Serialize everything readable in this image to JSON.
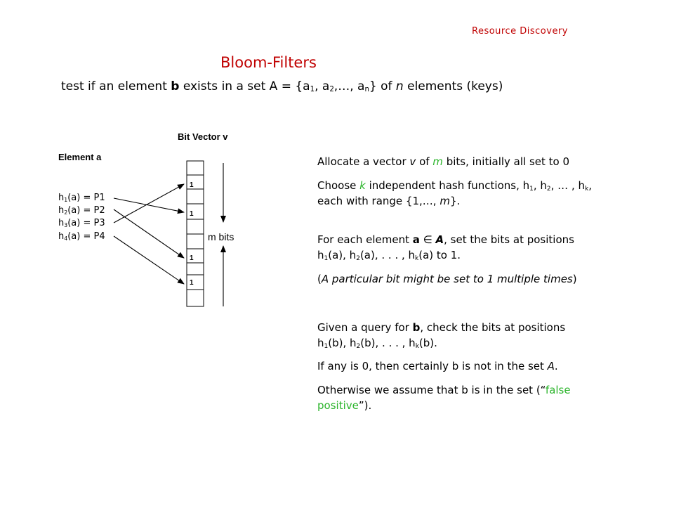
{
  "header": {
    "label": "Resource Discovery"
  },
  "title": "Bloom-Filters",
  "subtitle": {
    "prefix": "test if an element ",
    "b": "b",
    "mid": " exists in a set A = {a",
    "s1": "1",
    "t1": ", a",
    "s2": "2",
    "t2": ",…, a",
    "sn": "n",
    "t3": "} of ",
    "n": "n",
    "suffix": " elements (keys)"
  },
  "diagram": {
    "vector_title": "Bit Vector v",
    "element_title": "Element a",
    "hashes": [
      {
        "h": "h",
        "sub": "1",
        "rest": "(a) = P1"
      },
      {
        "h": "h",
        "sub": "2",
        "rest": "(a) = P2"
      },
      {
        "h": "h",
        "sub": "3",
        "rest": "(a) = P3"
      },
      {
        "h": "h",
        "sub": "4",
        "rest": "(a) = P4"
      }
    ],
    "bits": [
      "1",
      "1",
      "1",
      "1"
    ],
    "m_bits_label": "m bits"
  },
  "text": {
    "p1": {
      "a": "Allocate a vector ",
      "v": "v",
      "b": " of ",
      "m": "m",
      "c": " bits, initially all set to 0"
    },
    "p2": {
      "a": "Choose ",
      "k": "k",
      "b": " independent hash functions, h",
      "s1": "1",
      "c": ", h",
      "s2": "2",
      "d": ", … , h",
      "sk": "k",
      "e": ",",
      "line2a": "each with range {1,…, ",
      "line2m": "m",
      "line2b": "}."
    },
    "p3": {
      "a": "For each element ",
      "ael": "a",
      "sym": " ∈ ",
      "A": "A",
      "b": ", set the bits at positions",
      "h": "h",
      "s1": "1",
      "c": "(a), h",
      "s2": "2",
      "d": "(a), . . . , h",
      "sk": "k",
      "e": "(a) to 1."
    },
    "p4": {
      "open": "(",
      "body": "A particular bit might be set to 1 multiple times",
      "close": ")"
    },
    "p5": {
      "a": "Given a query for ",
      "b": "b",
      "c": ", check the bits at positions",
      "h": "h",
      "s1": "1",
      "d": "(b), h",
      "s2": "2",
      "e": "(b), . . . , h",
      "sk": "k",
      "f": "(b)."
    },
    "p6": {
      "a": "If any is 0, then certainly b is not in the set ",
      "A": "A",
      "b": "."
    },
    "p7": {
      "a": "Otherwise we assume  that b is in the set (“",
      "fp1": "false",
      "fp2": "positive",
      "b": "”)."
    }
  },
  "colors": {
    "title_red": "#c00000",
    "green": "#2db52d"
  }
}
